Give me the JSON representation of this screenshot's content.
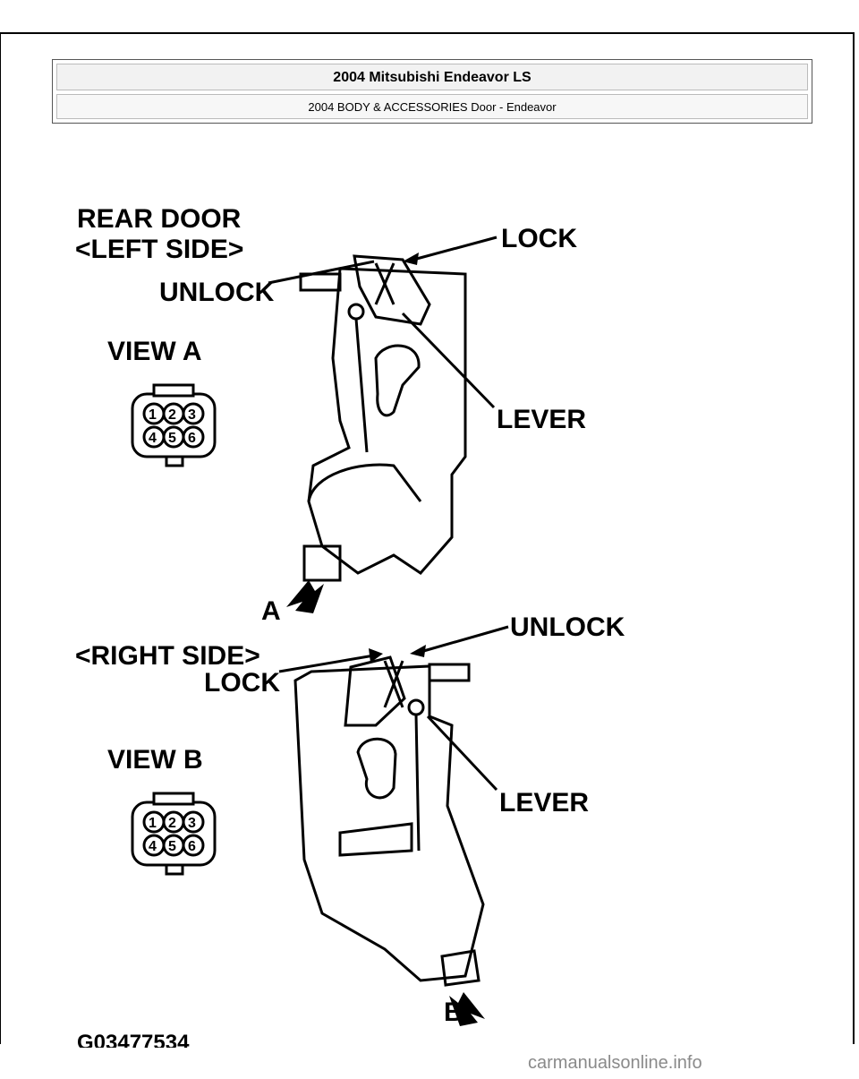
{
  "header": {
    "title": "2004 Mitsubishi Endeavor LS",
    "subtitle": "2004 BODY & ACCESSORIES Door - Endeavor"
  },
  "figure": {
    "section_title_1": "REAR DOOR",
    "left_side": "<LEFT SIDE>",
    "right_side": "<RIGHT SIDE>",
    "lock": "LOCK",
    "unlock": "UNLOCK",
    "lever": "LEVER",
    "view_a": "VIEW A",
    "view_b": "VIEW B",
    "marker_a": "A",
    "marker_b": "B",
    "pins": [
      "1",
      "2",
      "3",
      "4",
      "5",
      "6"
    ],
    "figure_code": "G03477534"
  },
  "watermark": "carmanualsonline.info"
}
